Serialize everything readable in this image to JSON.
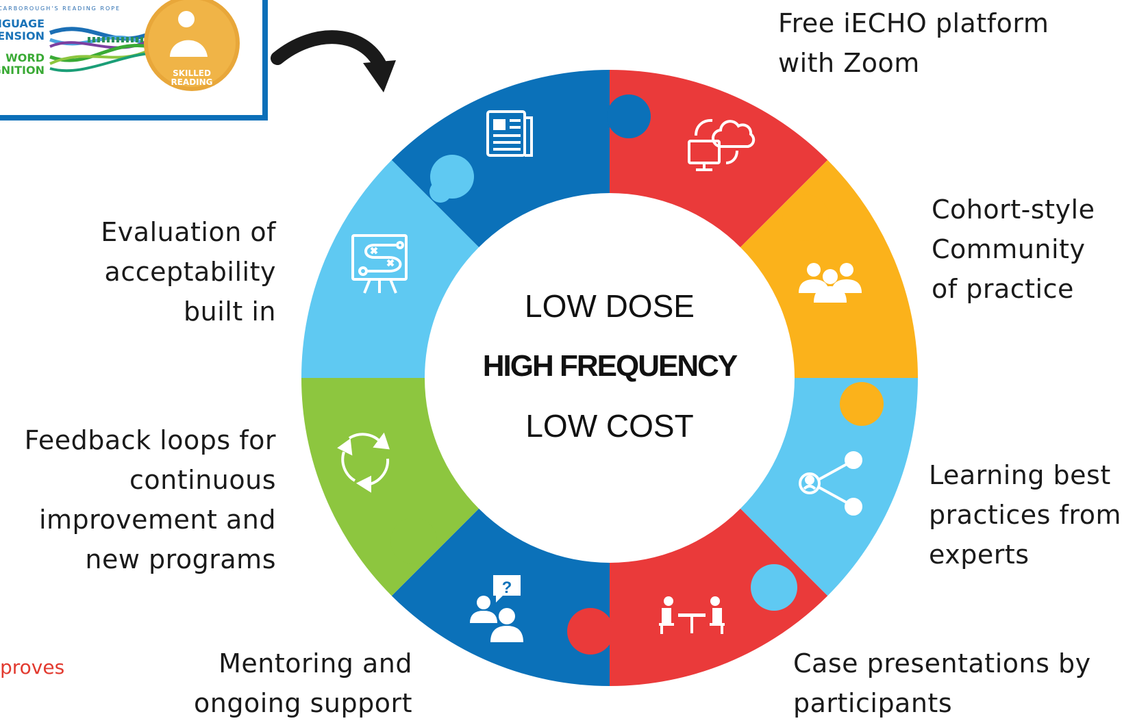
{
  "center": {
    "line1": "LOW DOSE",
    "line2": "HIGH FREQUENCY",
    "line3": "LOW COST"
  },
  "labels": {
    "zoom": [
      "Free iECHO platform",
      "with Zoom"
    ],
    "cohort": [
      "Cohort-style",
      "Community",
      "of practice"
    ],
    "experts": [
      "Learning best",
      "practices from",
      "experts"
    ],
    "case": [
      "Case presentations by",
      "participants"
    ],
    "mentoring": [
      "Mentoring and",
      "ongoing support"
    ],
    "feedback": [
      "Feedback loops for",
      "continuous",
      "improvement and",
      "new programs"
    ],
    "evaluation": [
      "Evaluation of",
      "acceptability",
      "built in"
    ]
  },
  "logo": {
    "rope_title": "SCARBOROUGH'S READING ROPE",
    "language": [
      "NGUAGE",
      "HENSION"
    ],
    "word": [
      "WORD",
      "GNITION"
    ],
    "skilled": [
      "SKILLED",
      "READING"
    ]
  },
  "cut_text": "proves",
  "colors": {
    "dark_blue": "#0b71b9",
    "red": "#ea3a3a",
    "orange": "#fbb21b",
    "light_blue": "#5fc9f2",
    "green": "#8dc63f"
  },
  "icons": {
    "dark_blue_top": "newspaper-icon",
    "red_top": "cloud-sync-monitor-icon",
    "orange": "group-icon",
    "light_blue_right": "share-person-icon",
    "red_bottom": "meeting-table-icon",
    "dark_blue_bottom": "question-people-icon",
    "green": "cycle-arrows-icon",
    "light_blue_left": "strategy-board-icon"
  }
}
